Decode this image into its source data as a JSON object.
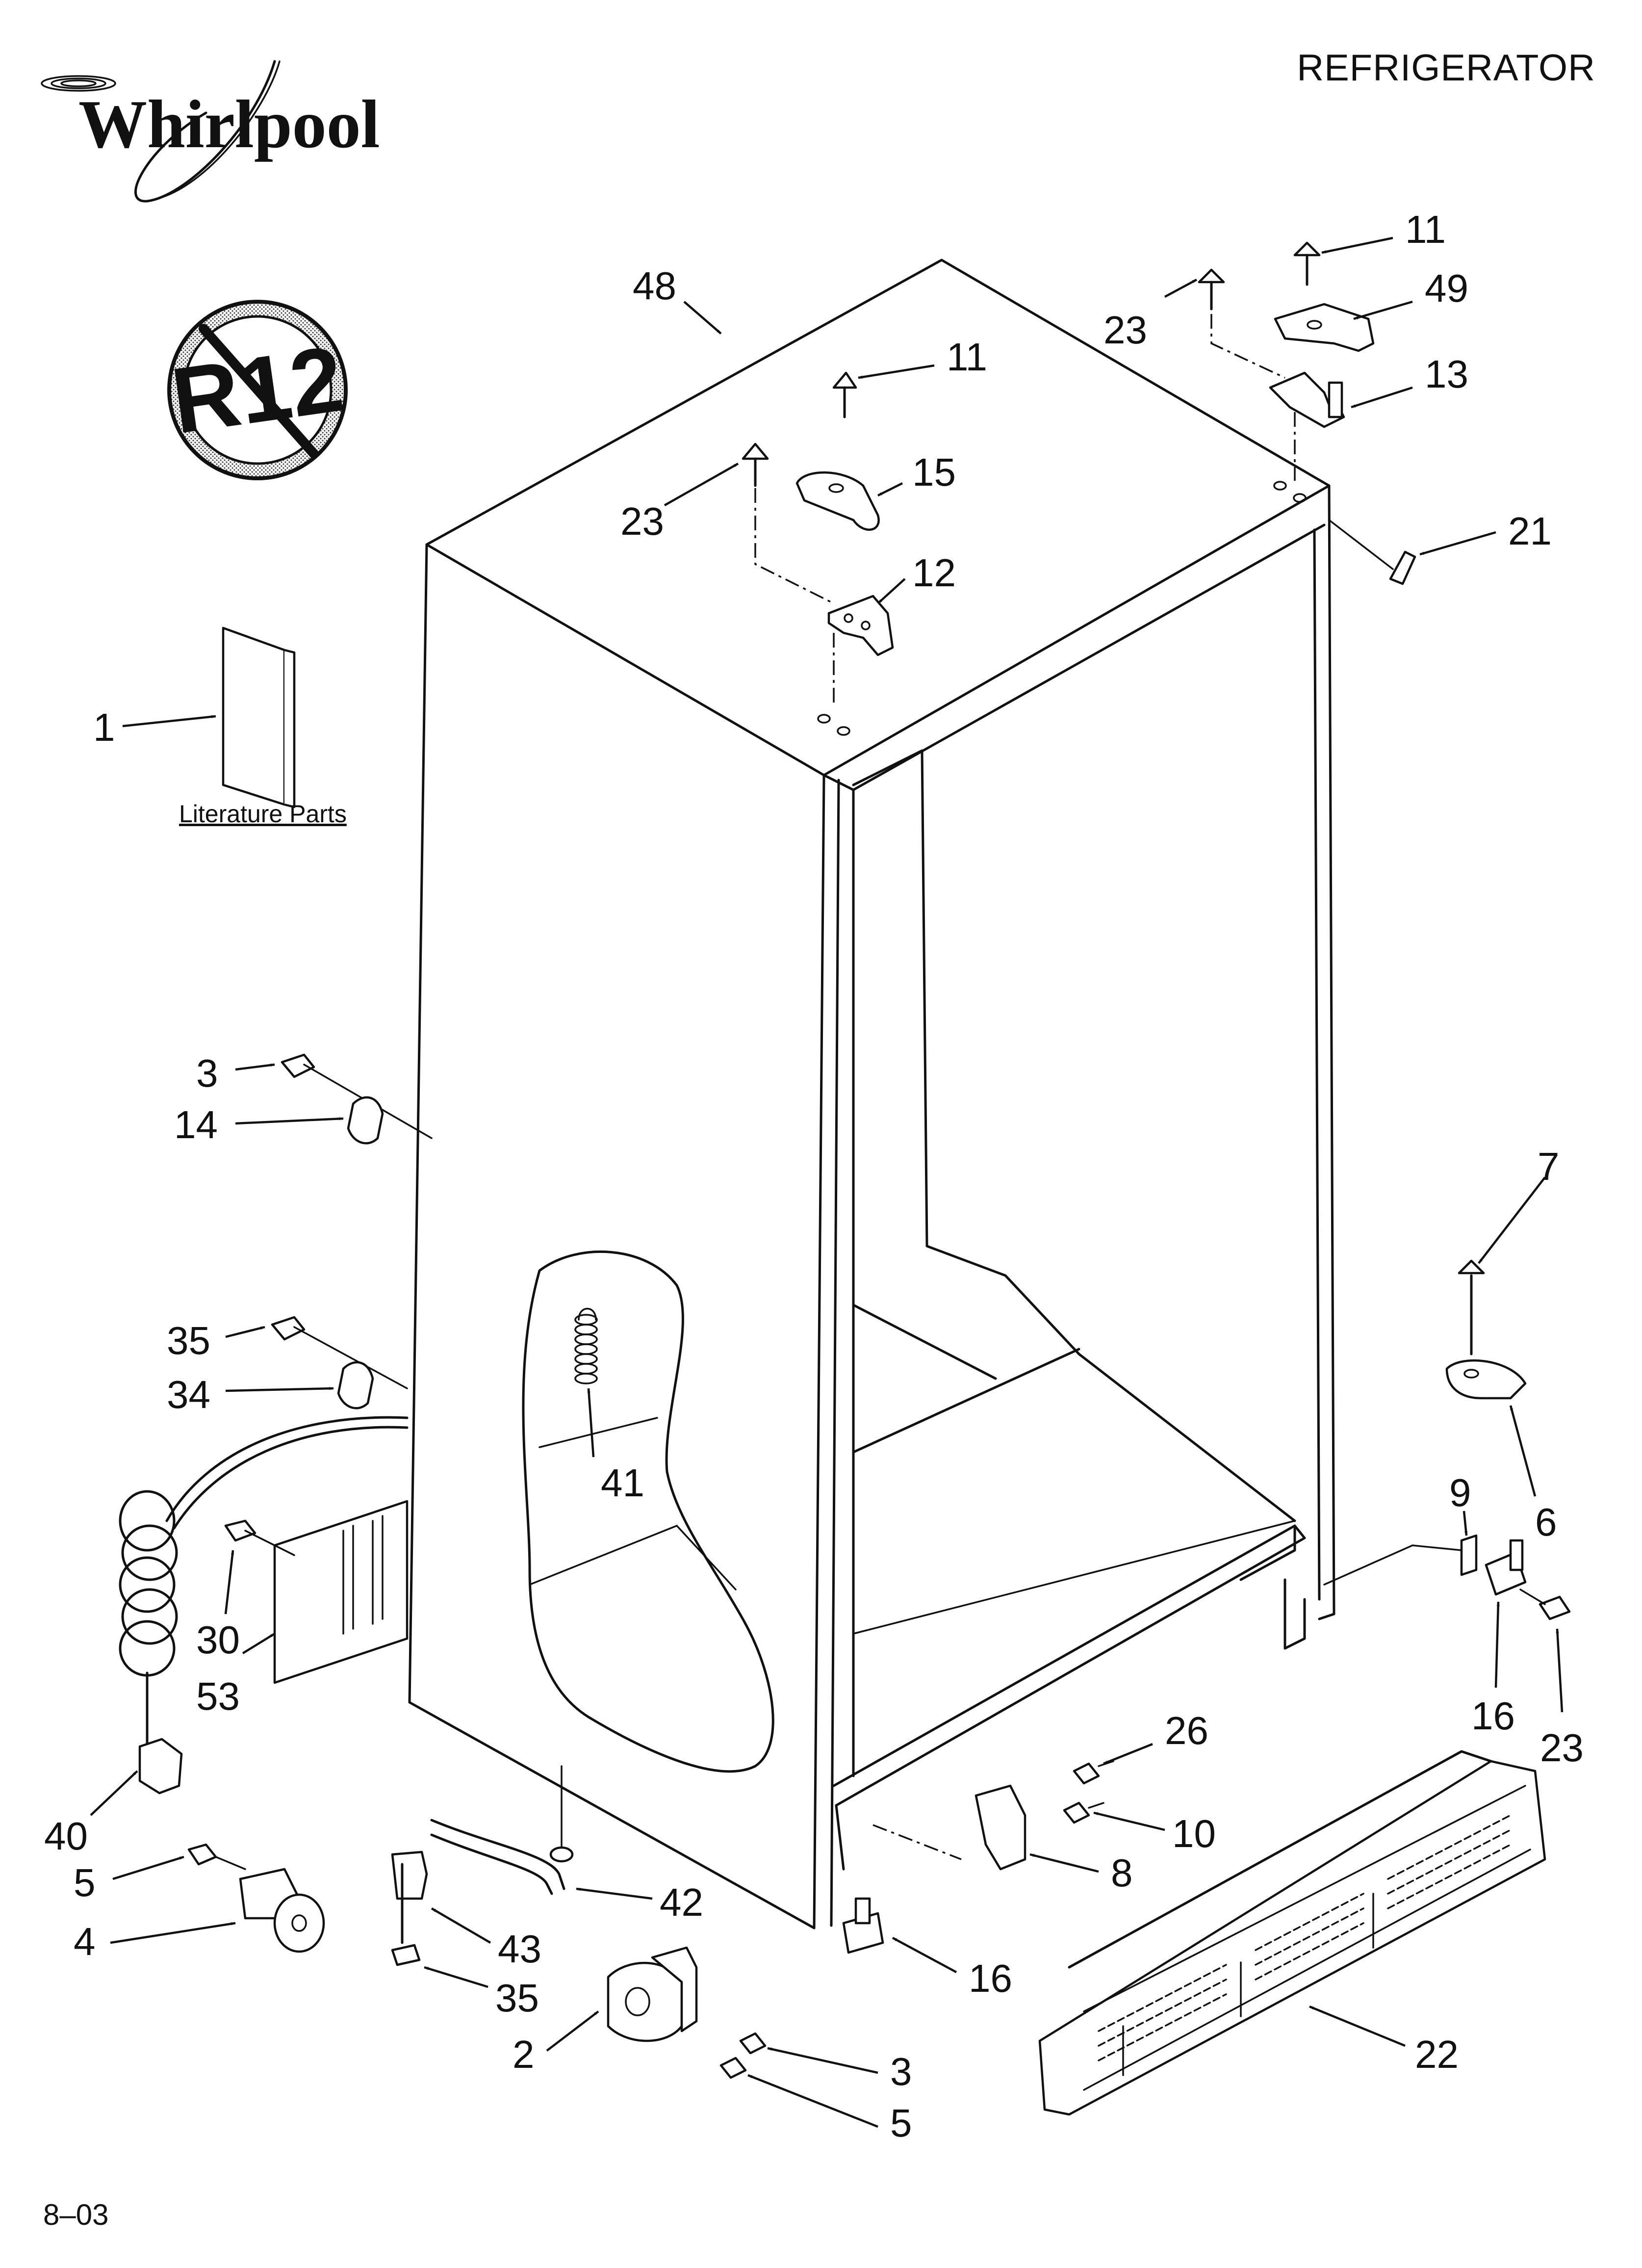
{
  "header": {
    "title": "REFRIGERATOR"
  },
  "brand": {
    "logo_text": "Whirlpool",
    "r12_badge_text": "R12"
  },
  "footer": {
    "code": "8–03"
  },
  "literature": {
    "label": "Literature Parts"
  },
  "callouts": [
    {
      "id": "c48",
      "label": "48"
    },
    {
      "id": "c11a",
      "label": "11"
    },
    {
      "id": "c23a",
      "label": "23"
    },
    {
      "id": "c49",
      "label": "49"
    },
    {
      "id": "c13",
      "label": "13"
    },
    {
      "id": "c11b",
      "label": "11"
    },
    {
      "id": "c15",
      "label": "15"
    },
    {
      "id": "c23b",
      "label": "23"
    },
    {
      "id": "c12",
      "label": "12"
    },
    {
      "id": "c21",
      "label": "21"
    },
    {
      "id": "c1",
      "label": "1"
    },
    {
      "id": "c3a",
      "label": "3"
    },
    {
      "id": "c14",
      "label": "14"
    },
    {
      "id": "c7",
      "label": "7"
    },
    {
      "id": "c6",
      "label": "6"
    },
    {
      "id": "c9",
      "label": "9"
    },
    {
      "id": "c16a",
      "label": "16"
    },
    {
      "id": "c23c",
      "label": "23"
    },
    {
      "id": "c35a",
      "label": "35"
    },
    {
      "id": "c34",
      "label": "34"
    },
    {
      "id": "c41",
      "label": "41"
    },
    {
      "id": "c30",
      "label": "30"
    },
    {
      "id": "c53",
      "label": "53"
    },
    {
      "id": "c40",
      "label": "40"
    },
    {
      "id": "c26",
      "label": "26"
    },
    {
      "id": "c10",
      "label": "10"
    },
    {
      "id": "c8",
      "label": "8"
    },
    {
      "id": "c5a",
      "label": "5"
    },
    {
      "id": "c4",
      "label": "4"
    },
    {
      "id": "c42",
      "label": "42"
    },
    {
      "id": "c43",
      "label": "43"
    },
    {
      "id": "c35b",
      "label": "35"
    },
    {
      "id": "c16b",
      "label": "16"
    },
    {
      "id": "c22",
      "label": "22"
    },
    {
      "id": "c2",
      "label": "2"
    },
    {
      "id": "c3b",
      "label": "3"
    },
    {
      "id": "c5b",
      "label": "5"
    }
  ]
}
